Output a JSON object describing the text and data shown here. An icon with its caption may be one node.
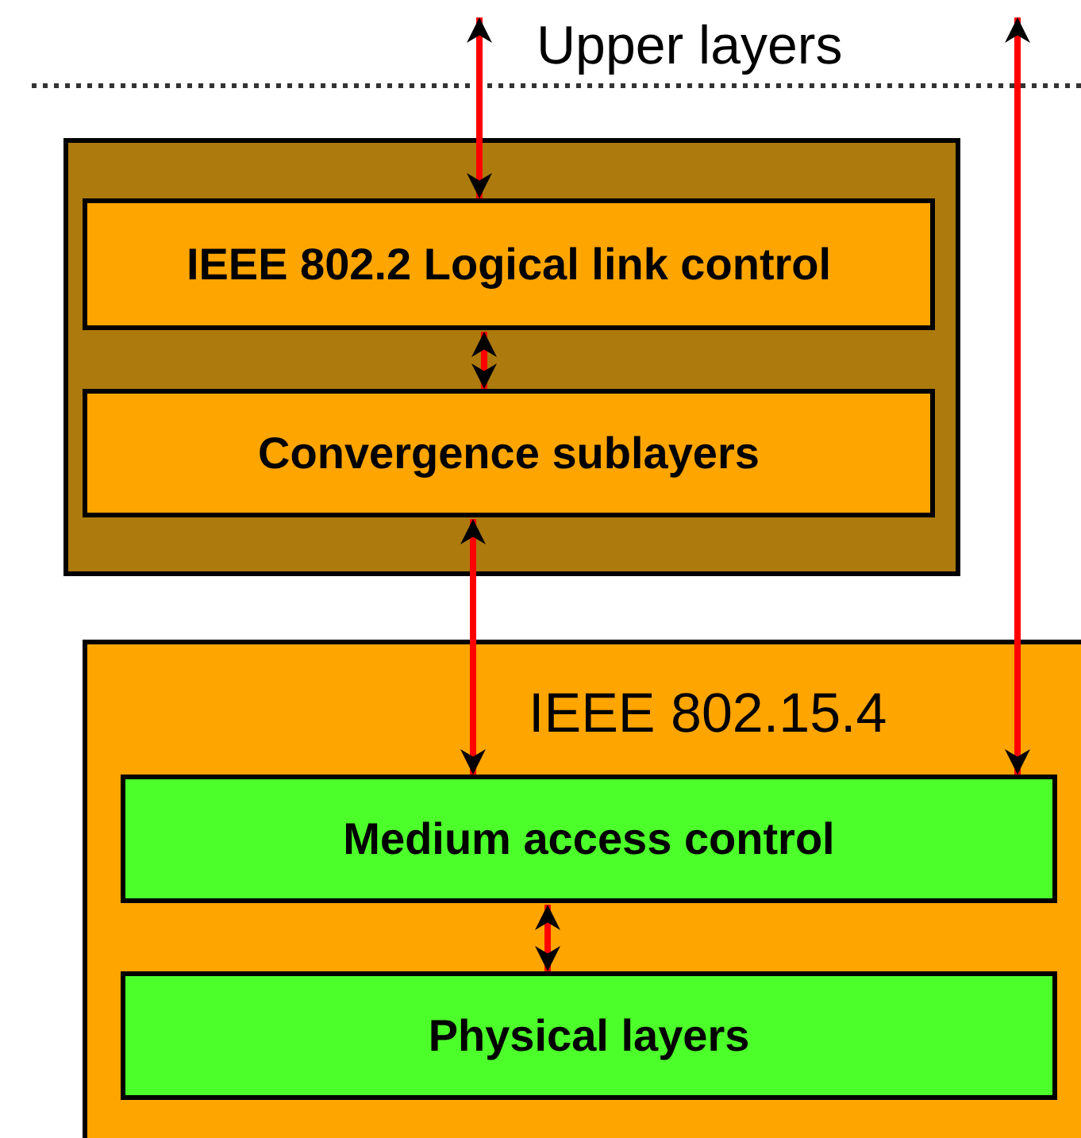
{
  "diagram": {
    "nodes": [
      {
        "text": [],
        "shape": "box"
      },
      {
        "text": [
          "IEEE 802.2 Logical link control"
        ],
        "in": 0
      },
      {
        "text": [
          "Convergence sublayers"
        ],
        "in": 0
      },
      {
        "text": [
          "IEEE 802.15.4"
        ]
      },
      {
        "text": [
          "Medium access control"
        ],
        "in": 3
      },
      {
        "text": [
          "Physical layers"
        ],
        "in": 3
      }
    ],
    "edges": [
      {
        "from": null,
        "to": 1,
        "arrow": "both"
      },
      {
        "from": 1,
        "to": 2,
        "arrow": "both"
      },
      {
        "from": 2,
        "to": 4,
        "arrow": "both"
      },
      {
        "from": null,
        "to": 4,
        "arrow": "both"
      },
      {
        "from": 4,
        "to": 5,
        "arrow": "both"
      }
    ],
    "labels": [
      "Upper layers"
    ]
  }
}
